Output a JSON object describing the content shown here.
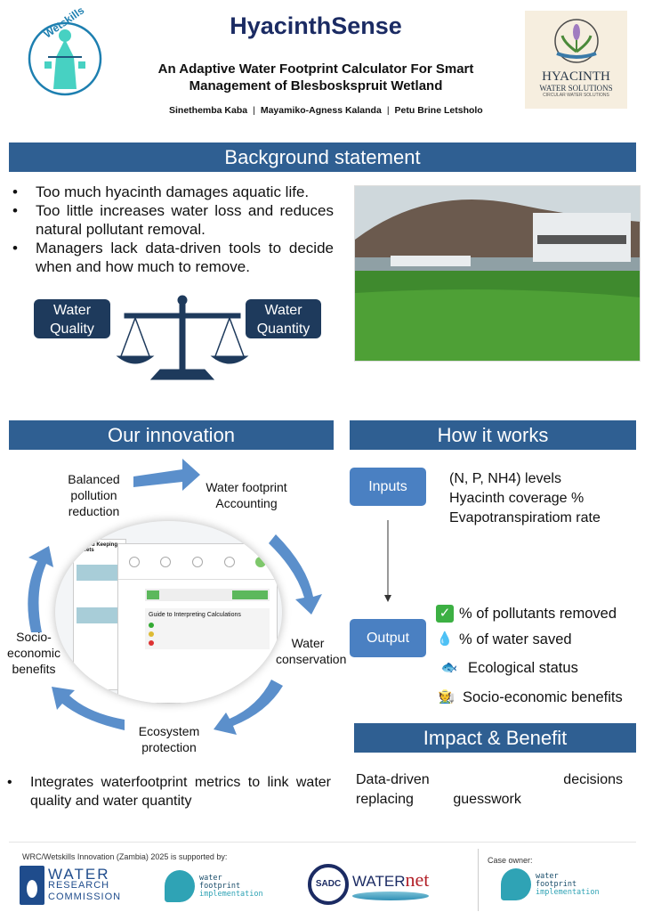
{
  "header": {
    "title": "HyacinthSense",
    "subtitle": "An Adaptive Water Footprint Calculator For Smart Management of Blesbosk­spruit Wetland",
    "authors": [
      "Sinethemba Kaba",
      "Mayamiko-Agness Kalanda",
      "Petu Brine Letsholo"
    ],
    "left_logo": "Wetskills",
    "right_logo": {
      "name": "HYACINTH",
      "line2": "WATER SOLUTIONS",
      "tagline": "CIRCULAR WATER SOLUTIONS"
    }
  },
  "background": {
    "heading": "Background statement",
    "bullets": [
      "Too much hyacinth damages aquatic life.",
      "Too little increases water loss and reduces natural pollutant removal.",
      "Managers lack data-driven tools to decide when and how much to remove."
    ],
    "balance_left": "Water Quality",
    "balance_right": "Water Quantity"
  },
  "innovation": {
    "heading": "Our innovation",
    "cycle": [
      "Balanced pollution reduction",
      "Water footprint Accounting",
      "Water conservation",
      "Ecosystem protection",
      "Socio-economic benefits"
    ],
    "app_screenshot": {
      "sheet_title": "Record Keeping Sheets",
      "guide_title": "Guide to Interpreting Calculations"
    },
    "bullet": "Integrates waterfootprint metrics to link water quality and water quantity"
  },
  "how": {
    "heading": "How it works",
    "inputs_label": "Inputs",
    "inputs": [
      "(N, P, NH4) levels",
      "Hyacinth coverage %",
      "Evapotranspiratiom rate"
    ],
    "output_label": "Output",
    "outputs": [
      {
        "icon": "check-mark-icon",
        "text": "% of pollutants removed"
      },
      {
        "icon": "water-drop-icon",
        "text": "% of water saved"
      },
      {
        "icon": "fish-icon",
        "text": "Ecological status"
      },
      {
        "icon": "farmer-icon",
        "text": "Socio-economic benefits"
      }
    ]
  },
  "impact": {
    "heading": "Impact & Benefit",
    "text": "Data-driven decisions replacing guesswork"
  },
  "footer": {
    "supported_by": "WRC/Wetskills Innovation (Zambia) 2025 is supported by:",
    "case_owner": "Case owner:",
    "wrc": [
      "WATER",
      "RESEARCH",
      "COMMISSION"
    ],
    "wfi": [
      "water",
      "footprint",
      "implementation"
    ],
    "waternet": [
      "WATER",
      "net"
    ],
    "sadc": "SADC"
  },
  "colors": {
    "banner": "#2f5f92",
    "title": "#1b2b63",
    "arrow": "#5b8fcb",
    "input_box": "#4a80c2",
    "navy_box": "#1e3a5c"
  }
}
